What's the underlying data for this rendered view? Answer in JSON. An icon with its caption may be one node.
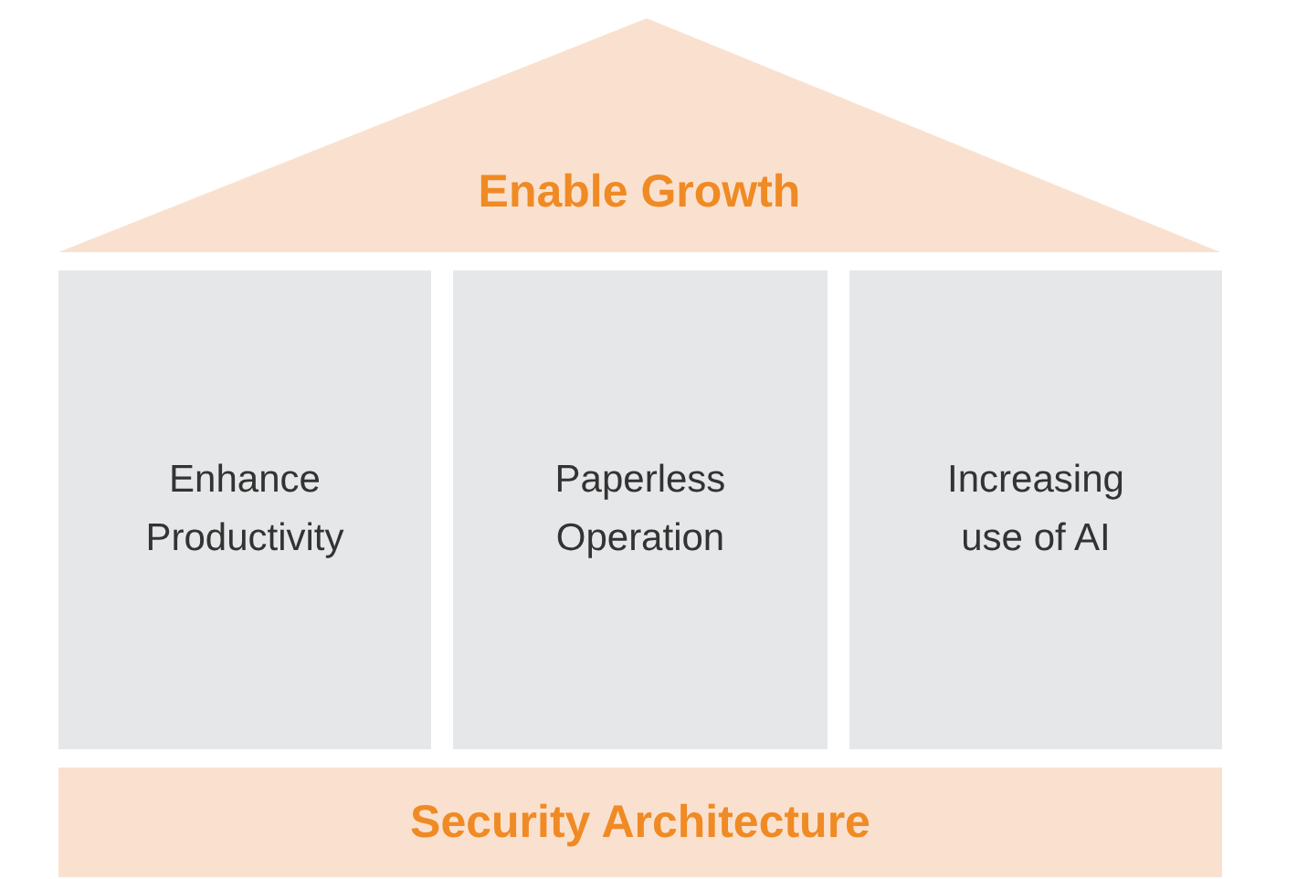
{
  "diagram": {
    "nodes": [
      {
        "text": [
          "Enable Growth"
        ]
      },
      {
        "text": [
          "Enhance Productivity"
        ]
      },
      {
        "text": [
          "Paperless Operation"
        ]
      },
      {
        "text": [
          "Increasing use of AI"
        ]
      },
      {
        "text": [
          "Security Architecture"
        ]
      }
    ]
  }
}
